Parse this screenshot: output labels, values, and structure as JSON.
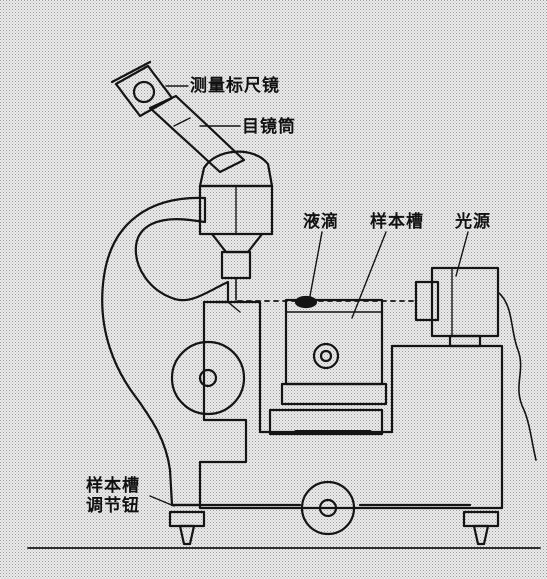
{
  "labels": {
    "measuring_scale_eyepiece": "测量标尺镜",
    "eyepiece_tube": "目镜筒",
    "droplet": "液滴",
    "sample_cell": "样本槽",
    "light_source": "光源",
    "sample_cell_knob_line1": "样本槽",
    "sample_cell_knob_line2": "调节钮"
  },
  "colors": {
    "background": "#e6e6e6",
    "stroke": "#141414"
  }
}
